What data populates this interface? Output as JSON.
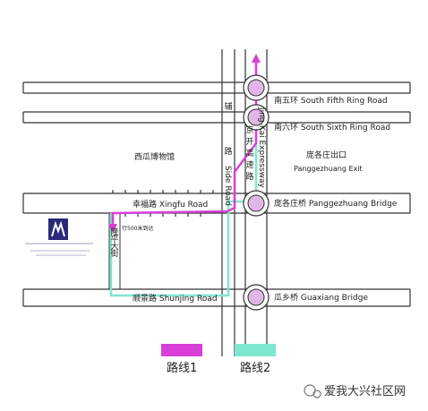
{
  "roads": {
    "fifth_ring": "南五环 South Fifth Ring Road",
    "sixth_ring": "南六环 South Sixth Ring Road",
    "xingfu": "幸福路 Xingfu Road",
    "shunjing": "顺景路 Shunjing Road",
    "side_road_cn": [
      "辅",
      "路"
    ],
    "side_road_en": "Side Road",
    "expressway_cn": [
      "京",
      "开",
      "高",
      "速",
      "路"
    ],
    "expressway_en": "Jing-Kai Expressway"
  },
  "places": {
    "museum": "西瓜博物馆",
    "exit_cn": "庞各庄出口",
    "exit_en": "Panggezhuang Exit",
    "pang_bridge": "庞各庄桥 Panggezhuang Bridge",
    "guaxiang_bridge": "瓜乡桥 Guaxiang Bridge",
    "longping_cn": [
      "隆",
      "平",
      "大",
      "街"
    ],
    "walk_note": "行500米到达"
  },
  "legend": {
    "route1": "路线1",
    "route2": "路线2",
    "route1_color": "#d83fd8",
    "route2_color": "#7ee8cf"
  },
  "watermark": {
    "text": "爱我大兴社区网"
  }
}
